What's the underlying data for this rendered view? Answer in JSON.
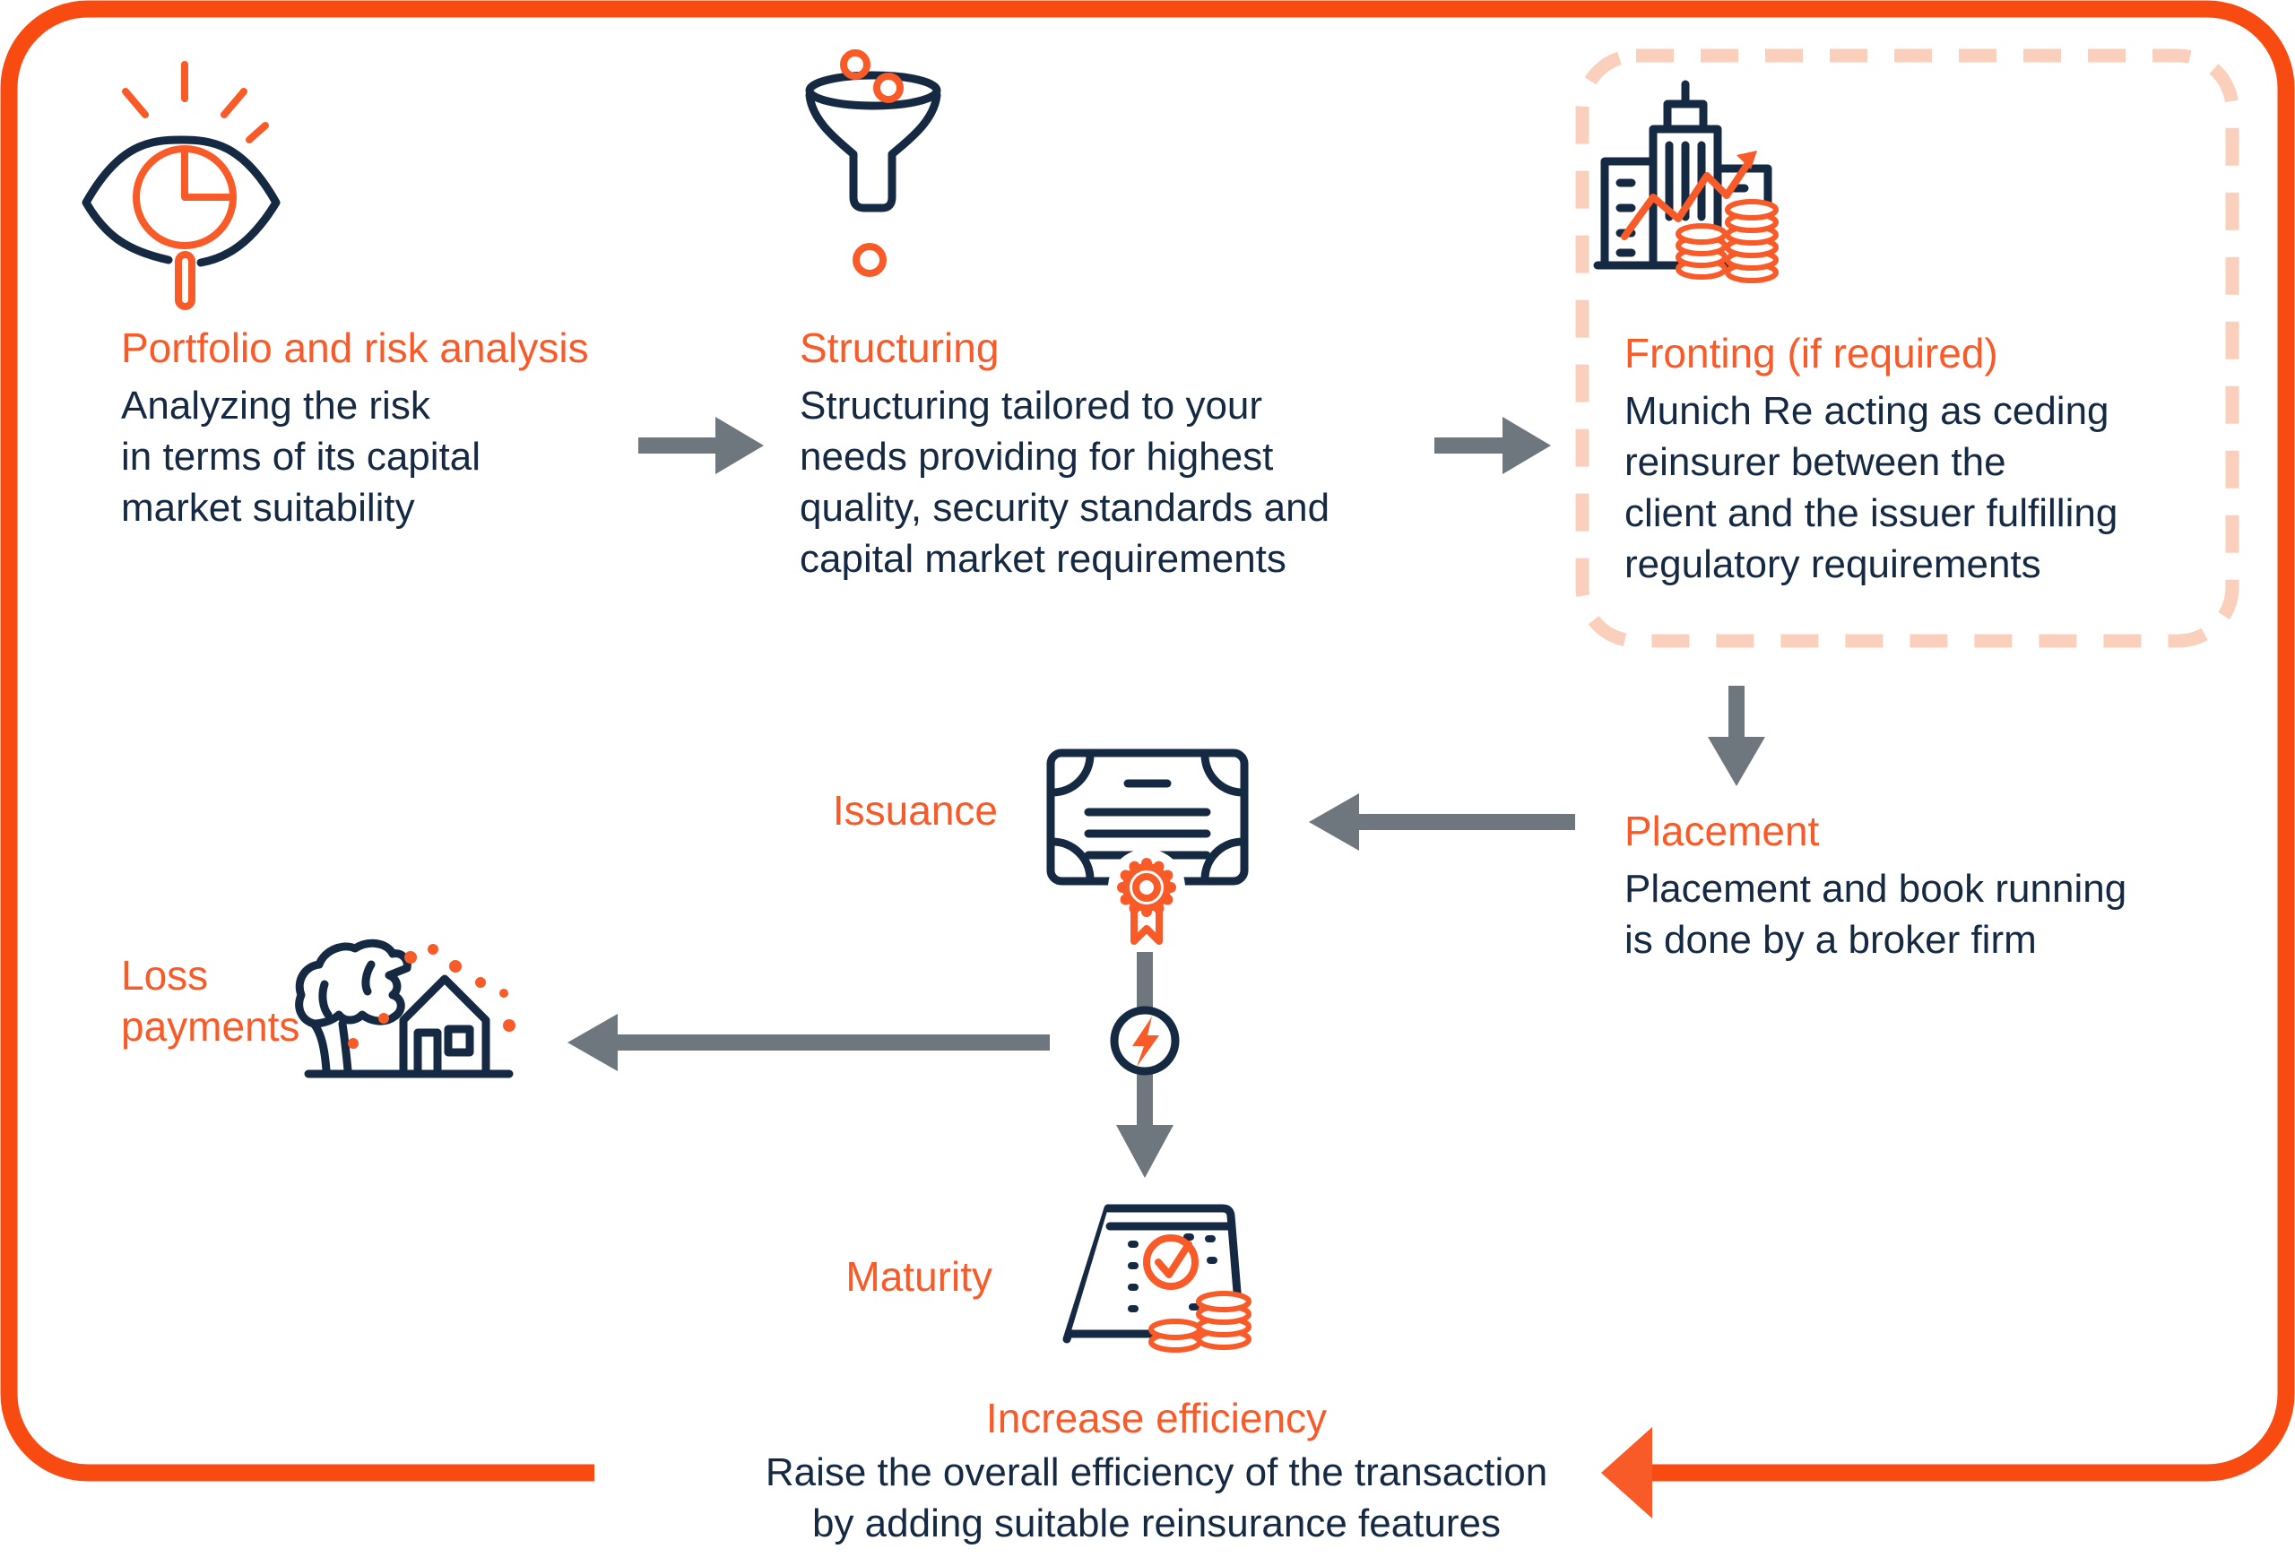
{
  "colors": {
    "orange": "#F84B11",
    "orange_text": "#F85A28",
    "salmon": "#FAD0BC",
    "navy": "#152A42",
    "gray": "#6E767E"
  },
  "steps": {
    "portfolio": {
      "title": "Portfolio and risk analysis",
      "body": "Analyzing the risk\nin terms of its capital\nmarket suitability"
    },
    "structuring": {
      "title": "Structuring",
      "body": "Structuring tailored to your\nneeds providing for highest\nquality, security standards and\ncapital market requirements"
    },
    "fronting": {
      "title": "Fronting (if required)",
      "body": "Munich Re acting as ceding\nreinsurer between the\nclient and the issuer fulfilling\nregulatory requirements"
    },
    "placement": {
      "title": "Placement",
      "body": "Placement and book running\nis done by a broker firm"
    },
    "issuance": {
      "title": "Issuance"
    },
    "loss_payments": {
      "title": "Loss\npayments"
    },
    "maturity": {
      "title": "Maturity"
    },
    "increase_efficiency": {
      "title": "Increase efficiency",
      "body": "Raise the overall efficiency of the transaction\nby adding suitable reinsurance features"
    }
  },
  "icons": {
    "eye": "risk-analysis-eye-icon",
    "funnel": "structuring-funnel-icon",
    "buildings": "fronting-buildings-growth-icon",
    "certificate": "issuance-certificate-icon",
    "lightning": "loss-event-lightning-icon",
    "house": "storm-damaged-house-icon",
    "calendar": "maturity-calendar-coins-icon"
  }
}
